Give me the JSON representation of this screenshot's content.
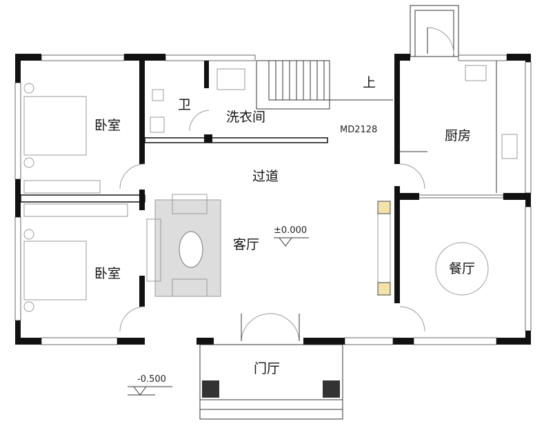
{
  "rooms": {
    "bedroom_top": "卧室",
    "bedroom_bottom": "卧室",
    "bathroom": "卫",
    "laundry": "洗衣间",
    "stair_up": "上",
    "kitchen": "厨房",
    "corridor": "过道",
    "living_room": "客厅",
    "dining_room": "餐厅",
    "foyer": "门厅"
  },
  "annotations": {
    "door_code": "MD2128",
    "floor_level": "±0.000",
    "foyer_level": "-0.500"
  }
}
